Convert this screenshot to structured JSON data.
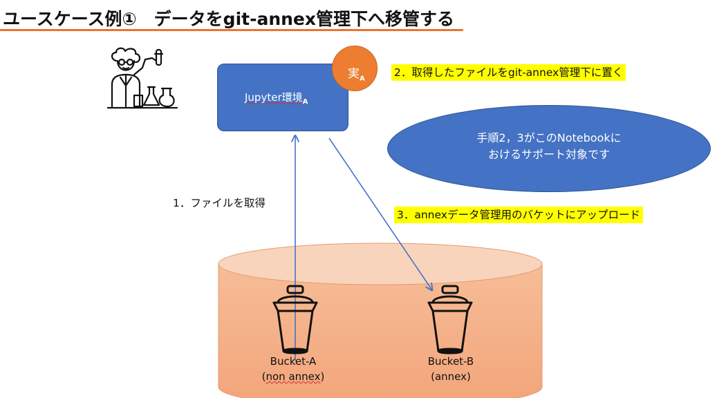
{
  "title": "ユースケース例①　データをgit-annex管理下へ移管する",
  "jupyter": {
    "label": "Jupyter環境",
    "subscript": "A"
  },
  "jitsu": {
    "label": "実",
    "subscript": "A"
  },
  "steps": {
    "step1": "1．ファイルを取得",
    "step2": "2．取得したファイルをgit-annex管理下に置く",
    "step3": "3．annexデータ管理用のバケットにアップロード"
  },
  "note": {
    "line1": "手順2，3がこのNotebookに",
    "line2": "おけるサポート対象です"
  },
  "buckets": [
    {
      "name": "Bucket-A",
      "sub": "(non annex)"
    },
    {
      "name": "Bucket-B",
      "sub": "(annex)"
    }
  ],
  "icons": {
    "scientist": "scientist-icon",
    "bucket": "bucket-icon"
  },
  "colors": {
    "accent_rule": "#e8742f",
    "box_blue": "#4472c4",
    "orange_circle": "#ed7d31",
    "cylinder": "#f4b183",
    "highlight": "#ffff00"
  }
}
